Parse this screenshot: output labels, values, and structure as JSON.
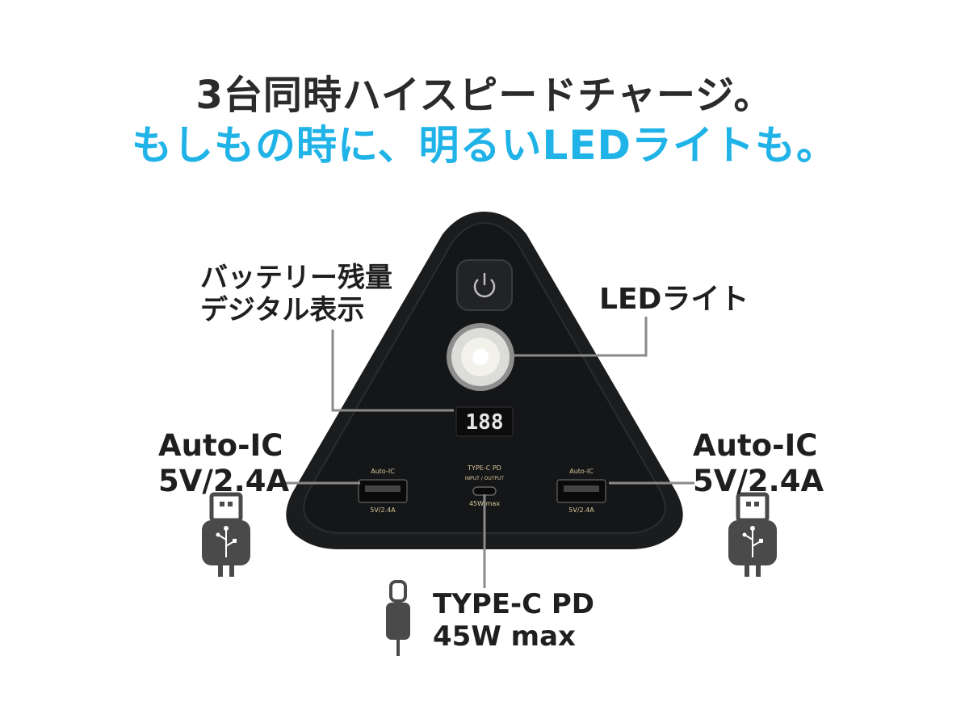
{
  "headline": {
    "line1": "3台同時ハイスピードチャージ。",
    "line2": "もしもの時に、明るいLEDライトも。"
  },
  "callouts": {
    "battery_display": {
      "line1": "バッテリー残量",
      "line2": "デジタル表示"
    },
    "led_light": "LEDライト",
    "left_usb": {
      "line1": "Auto-IC",
      "line2": "5V/2.4A"
    },
    "right_usb": {
      "line1": "Auto-IC",
      "line2": "5V/2.4A"
    },
    "type_c": {
      "line1": "TYPE-C PD",
      "line2": "45W max"
    }
  },
  "device": {
    "display_digits": "188",
    "left_port": {
      "top": "Auto-IC",
      "bottom": "5V/2.4A"
    },
    "center_port": {
      "top": "TYPE-C PD",
      "mid": "INPUT / OUTPUT",
      "bottom": "45W max"
    },
    "right_port": {
      "top": "Auto-IC",
      "bottom": "5V/2.4A"
    }
  },
  "colors": {
    "accent": "#1fb3e8",
    "device_body": "#1b1c1e",
    "callout_line": "#8a8a8a",
    "icon_gray": "#4a4a4a"
  },
  "icons": [
    "power-icon",
    "usb-a-cable-icon",
    "usb-c-cable-icon"
  ]
}
